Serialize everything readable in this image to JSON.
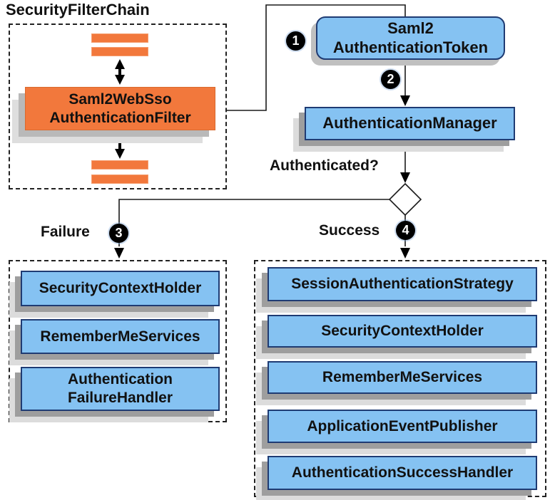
{
  "title": "SecurityFilterChain",
  "nodes": {
    "filter": "Saml2WebSso\nAuthenticationFilter",
    "token": "Saml2\nAuthenticationToken",
    "auth_manager": "AuthenticationManager"
  },
  "labels": {
    "question": "Authenticated?",
    "failure": "Failure",
    "success": "Success"
  },
  "steps": [
    "1",
    "2",
    "3",
    "4"
  ],
  "failure_panel": {
    "items": [
      "SecurityContextHolder",
      "RememberMeServices",
      "Authentication\nFailureHandler"
    ]
  },
  "success_panel": {
    "items": [
      "SessionAuthenticationStrategy",
      "SecurityContextHolder",
      "RememberMeServices",
      "ApplicationEventPublisher",
      "AuthenticationSuccessHandler"
    ]
  },
  "colors": {
    "orange_fill": "#f2783c",
    "blue_fill": "#85c2f2",
    "blue_border": "#1f3b73",
    "shadow_dark": "#9e9e9e",
    "shadow_light": "#dcdcdc",
    "line": "#1a1a1a"
  }
}
